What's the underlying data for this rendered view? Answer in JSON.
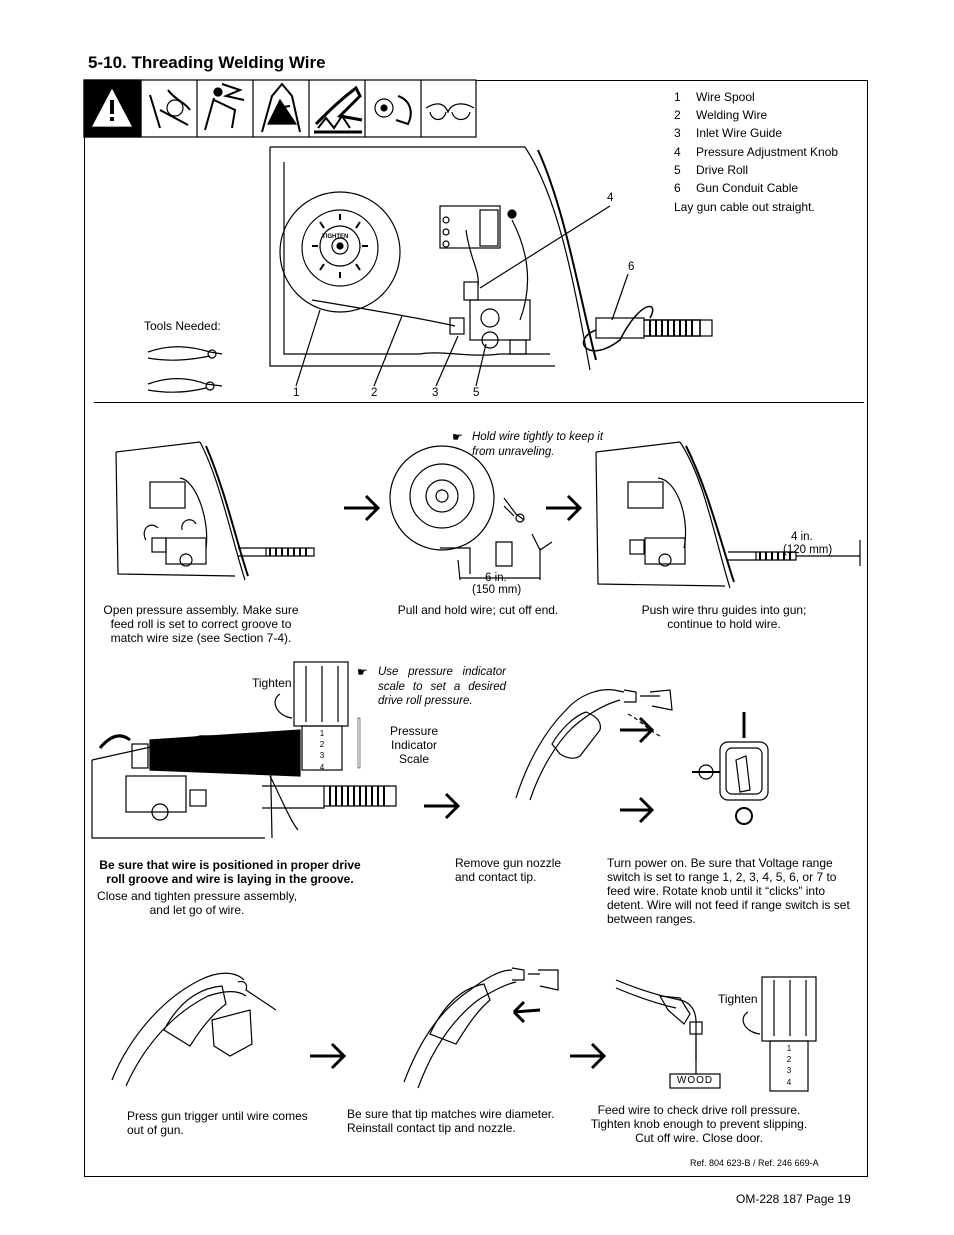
{
  "section_title": "5-10.  Threading Welding Wire",
  "legend": [
    {
      "num": "1",
      "label": "Wire Spool"
    },
    {
      "num": "2",
      "label": "Welding Wire"
    },
    {
      "num": "3",
      "label": "Inlet Wire Guide"
    },
    {
      "num": "4",
      "label": "Pressure Adjustment Knob"
    },
    {
      "num": "5",
      "label": "Drive Roll"
    },
    {
      "num": "6",
      "label": "Gun Conduit Cable"
    }
  ],
  "legend_note": "Lay gun cable out straight.",
  "tools_needed": "Tools Needed:",
  "callouts": {
    "c1": "1",
    "c2": "2",
    "c3": "3",
    "c4": "4",
    "c5": "5",
    "c6": "6"
  },
  "spool_text": "TIGHTEN",
  "steps": {
    "s1": "Open pressure assembly. Make sure feed roll is set to correct groove to match wire size (see Section 7-4).",
    "s2_note": "Hold wire tightly to keep it from unraveling.",
    "s2_dim1": "6 in.",
    "s2_dim2": "(150 mm)",
    "s2": "Pull and hold wire; cut off end.",
    "s3_dim1": "4 in.",
    "s3_dim2": "(120 mm)",
    "s3": "Push wire thru guides into gun; continue to hold wire.",
    "s4_tighten": "Tighten",
    "s4_note": "Use pressure indicator scale to set a desired drive roll pressure.",
    "s4_scale_1": "Pressure",
    "s4_scale_2": "Indicator",
    "s4_scale_3": "Scale",
    "s4_bold": "Be sure that wire is positioned in proper drive roll groove and wire is laying in the groove.",
    "s4": "Close and tighten pressure assembly, and let go of wire.",
    "s5": "Remove gun nozzle and contact tip.",
    "s6": "Turn power on. Be sure that Voltage range switch is set to range 1, 2, 3, 4, 5, 6, or 7 to feed wire. Rotate knob until it “clicks” into detent. Wire will not feed if range switch is set between ranges.",
    "s7": "Press gun trigger until wire comes out of gun.",
    "s8": "Be sure that tip matches wire diameter. Reinstall contact tip and nozzle.",
    "s9_tighten": "Tighten",
    "s9_wood": "WOOD",
    "s9": "Feed wire to check drive roll pressure. Tighten knob enough to prevent slipping. Cut off wire. Close door."
  },
  "scale_marks": [
    "1",
    "2",
    "3",
    "4"
  ],
  "reference": "Ref. 804 623-B / Ref. 246 669-A",
  "page_footer": "OM-228 187 Page 19"
}
